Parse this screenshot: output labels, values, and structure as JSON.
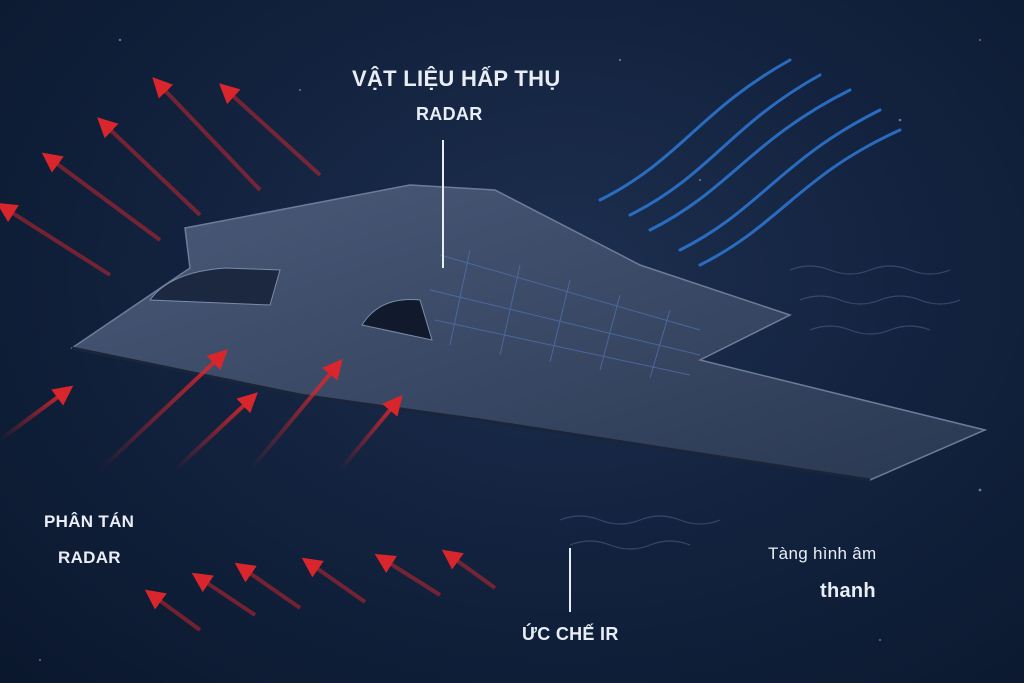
{
  "labels": {
    "absorb_line1": "VẬT LIỆU HẤP THỤ",
    "absorb_line2": "RADAR",
    "scatter_line1": "PHÂN TÁN",
    "scatter_line2": "RADAR",
    "ir": "ỨC CHẾ IR",
    "acoustic_line1": "Tàng hình âm",
    "acoustic_line2": "thanh"
  },
  "colors": {
    "background": "#0b1a33",
    "aircraft": "#3a4a66",
    "radar_arrow": "#d8262c",
    "ir_waves": "#2d78d6",
    "label_text": "#e9eef6"
  },
  "icons": {
    "aircraft": "stealth-bomber-illustration",
    "incoming_arrows": "radar-wave-arrows",
    "heat_waves": "ir-wave-lines"
  }
}
